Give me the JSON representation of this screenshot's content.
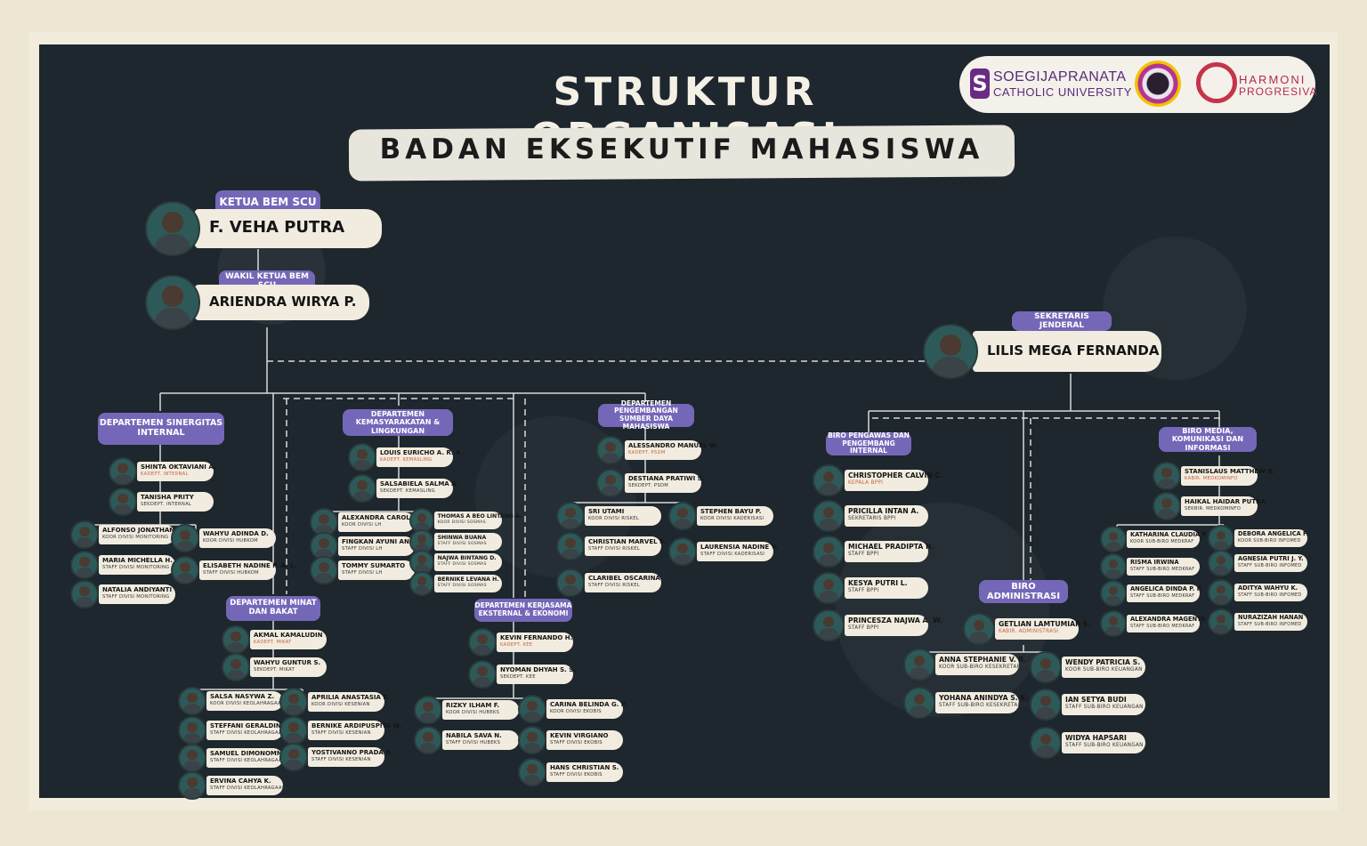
{
  "title": "STRUKTUR ORGANISASI",
  "subtitle": "BADAN EKSEKUTIF MAHASISWA",
  "logos": {
    "university_line1": "SOEGIJAPRANATA",
    "university_line2": "CATHOLIC UNIVERSITY",
    "harmoni_line1": "HARMONI",
    "harmoni_line2": "PROGRESIVA"
  },
  "top": {
    "ketua": {
      "label": "KETUA BEM SCU",
      "name": "F. VEHA PUTRA"
    },
    "wakil": {
      "label": "WAKIL KETUA BEM SCU",
      "name": "ARIENDRA WIRYA P."
    },
    "sekjen": {
      "label": "SEKRETARIS JENDERAL",
      "name": "LILIS MEGA FERNANDA"
    }
  },
  "departments": {
    "internal": {
      "label": "DEPARTEMEN SINERGITAS INTERNAL",
      "members": [
        {
          "name": "SHINTA OKTAVIANI A.",
          "role": "KADEPT. INTERNAL"
        },
        {
          "name": "TANISHA PRITY",
          "role": "SEKDEPT. INTERNAL"
        },
        {
          "name": "ALFONSO JONATHAN T.",
          "role": "KOOR DIVISI MONITORING"
        },
        {
          "name": "MARIA MICHELLA H.",
          "role": "STAFF DIVISI MONITORING"
        },
        {
          "name": "NATALIA ANDIYANTI",
          "role": "STAFF DIVISI MONITORING"
        },
        {
          "name": "WAHYU ADINDA D.",
          "role": "KOOR DIVISI HUBKOM"
        },
        {
          "name": "ELISABETH NADINE P. A. L.",
          "role": "STAFF DIVISI HUBKOM"
        }
      ]
    },
    "minat": {
      "label": "DEPARTEMEN MINAT DAN BAKAT",
      "members": [
        {
          "name": "AKMAL KAMALUDIN",
          "role": "KADEPT. MIKAT"
        },
        {
          "name": "WAHYU GUNTUR S.",
          "role": "SEKDEPT. MIKAT"
        },
        {
          "name": "SALSA NASYWA Z.",
          "role": "KOOR DIVISI KEOLAHRAGAAN"
        },
        {
          "name": "STEFFANI GERALDINE",
          "role": "STAFF DIVISI KEOLAHRAGAAN"
        },
        {
          "name": "SAMUEL DIMONOMMAU",
          "role": "STAFF DIVISI KEOLAHRAGAAN"
        },
        {
          "name": "ERVINA CAHYA K.",
          "role": "STAFF DIVISI KEOLAHRAGAAN"
        },
        {
          "name": "APRILIA ANASTASIA F.",
          "role": "KOOR DIVISI KESENIAN"
        },
        {
          "name": "BERNIKE ARDIPUSPITA W.",
          "role": "STAFF DIVISI KESENIAN"
        },
        {
          "name": "YOSTIVANNO PRADA R.",
          "role": "STAFF DIVISI KESENIAN"
        }
      ]
    },
    "kemasling": {
      "label": "DEPARTEMEN KEMASYARAKATAN & LINGKUNGAN",
      "members": [
        {
          "name": "LOUIS EURICHO A. R. A.",
          "role": "KADEPT. KEMASLING"
        },
        {
          "name": "SALSABIELA SALMA A.",
          "role": "SEKDEPT. KEMASLING"
        },
        {
          "name": "ALEXANDRA CAROLINE",
          "role": "KOOR DIVISI LH"
        },
        {
          "name": "FINGKAN AYUNI ANGGRAENI",
          "role": "STAFF DIVISI LH"
        },
        {
          "name": "TOMMY SUMARTO",
          "role": "STAFF DIVISI LH"
        },
        {
          "name": "THOMAS A BEO LINTANG A.",
          "role": "KOOR DIVISI SOSMAS"
        },
        {
          "name": "SHINWA BUANA",
          "role": "STAFF DIVISI SOSMAS"
        },
        {
          "name": "NAJWA BINTANG D.",
          "role": "STAFF DIVISI SOSMAS"
        },
        {
          "name": "BERNIKE LEVANA H.",
          "role": "STAFF DIVISI SOSMAS"
        }
      ]
    },
    "kee": {
      "label": "DEPARTEMEN KERJASAMA EKSTERNAL & EKONOMI",
      "members": [
        {
          "name": "KEVIN FERNANDO H.",
          "role": "KADEPT. KEE"
        },
        {
          "name": "NYOMAN DHYAH S. S.",
          "role": "SEKDEPT. KEE"
        },
        {
          "name": "RIZKY ILHAM F.",
          "role": "KOOR DIVISI HUBEKS"
        },
        {
          "name": "NABILA SAVA N.",
          "role": "STAFF DIVISI HUBEKS"
        },
        {
          "name": "CARINA BELINDA G. P.",
          "role": "KOOR DIVISI EKOBIS"
        },
        {
          "name": "KEVIN VIRGIANO",
          "role": "STAFF DIVISI EKOBIS"
        },
        {
          "name": "HANS CHRISTIAN S.",
          "role": "STAFF DIVISI EKOBIS"
        }
      ]
    },
    "psdm": {
      "label": "DEPARTEMEN PENGEMBANGAN SUMBER DAYA MAHASISWA",
      "members": [
        {
          "name": "ALESSANDRO MANUEL W.",
          "role": "KADEPT. PSDM"
        },
        {
          "name": "DESTIANA PRATIWI S.",
          "role": "SEKDEPT. PSDM"
        },
        {
          "name": "SRI UTAMI",
          "role": "KOOR DIVISI RISKEL"
        },
        {
          "name": "CHRISTIAN MARVEL S.",
          "role": "STAFF DIVISI RISKEL"
        },
        {
          "name": "CLARIBEL OSCARINA",
          "role": "STAFF DIVISI RISKEL"
        },
        {
          "name": "STEPHEN BAYU P.",
          "role": "KOOR DIVISI KADERISASI"
        },
        {
          "name": "LAURENSIA NADINE V.",
          "role": "STAFF DIVISI KADERISASI"
        }
      ]
    },
    "bppi": {
      "label": "BIRO PENGAWAS DAN PENGEMBANG INTERNAL",
      "members": [
        {
          "name": "CHRISTOPHER CALVIN C.",
          "role": "KEPALA BPPI"
        },
        {
          "name": "PRICILLA INTAN A.",
          "role": "SEKRETARIS BPPI"
        },
        {
          "name": "MICHAEL PRADIPTA N.",
          "role": "STAFF BPPI"
        },
        {
          "name": "KESYA PUTRI L.",
          "role": "STAFF BPPI"
        },
        {
          "name": "PRINCESZA NAJWA A. W.",
          "role": "STAFF BPPI"
        }
      ]
    },
    "admin": {
      "label": "BIRO ADMINISTRASI",
      "members": [
        {
          "name": "GETLIAN LAMTUMIAR S.",
          "role": "KABIR. ADMINISTRASI"
        },
        {
          "name": "ANNA STEPHANIE V. R.",
          "role": "KOOR SUB-BIRO KESEKRETARIATAN"
        },
        {
          "name": "YOHANA ANINDYA S. K.",
          "role": "STAFF SUB-BIRO KESEKRETARIATAN"
        },
        {
          "name": "WENDY PATRICIA S.",
          "role": "KOOR SUB-BIRO KEUANGAN"
        },
        {
          "name": "IAN SETYA BUDI",
          "role": "STAFF SUB-BIRO KEUANGAN"
        },
        {
          "name": "WIDYA HAPSARI",
          "role": "STAFF SUB-BIRO KEUANGAN"
        }
      ]
    },
    "medkominfo": {
      "label": "BIRO MEDIA, KOMUNIKASI DAN INFORMASI",
      "members": [
        {
          "name": "STANISLAUS MATTHEW S.",
          "role": "KABIR. MEDKOMINFO"
        },
        {
          "name": "HAIKAL HAIDAR PUTRA",
          "role": "SEKBIR. MEDKOMINFO"
        },
        {
          "name": "KATHARINA CLAUDIA P. S.",
          "role": "KOOR SUB-BIRO MEDKRAF"
        },
        {
          "name": "RISMA IRWINA",
          "role": "STAFF SUB-BIRO MEDKRAF"
        },
        {
          "name": "ANGELICA DINDA P. P.",
          "role": "STAFF SUB-BIRO MEDKRAF"
        },
        {
          "name": "ALEXANDRA MAGENTA E.",
          "role": "STAFF SUB-BIRO MEDKRAF"
        },
        {
          "name": "DEBORA ANGELICA P.",
          "role": "KOOR SUB-BIRO INFOMED"
        },
        {
          "name": "AGNESIA PUTRI J. Y.",
          "role": "STAFF SUB-BIRO INFOMED"
        },
        {
          "name": "ADITYA WAHYU K.",
          "role": "STAFF SUB-BIRO INFOMED"
        },
        {
          "name": "NURAZIZAH HANAN",
          "role": "STAFF SUB-BIRO INFOMED"
        }
      ]
    }
  },
  "colors": {
    "board": "#1d272d",
    "label": "#7567b8",
    "card": "#f1ecdf",
    "accent_role": "#c8603d"
  }
}
